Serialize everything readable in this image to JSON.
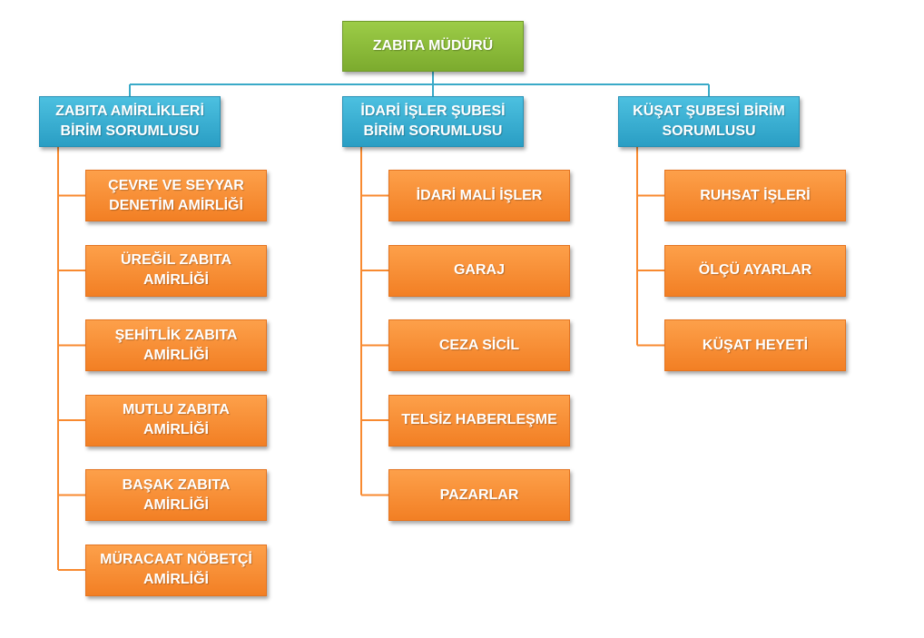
{
  "root": {
    "label": "ZABITA MÜDÜRÜ"
  },
  "colors": {
    "root": "#8cbd3c",
    "head": "#35acd2",
    "item": "#f88a30",
    "connector_top": "#3aaac8",
    "connector_child": "#f88a30"
  },
  "departments": [
    {
      "label": "ZABITA AMİRLİKLERİ\nBİRİM SORUMLUSU",
      "children": [
        "ÇEVRE VE SEYYAR\nDENETİM AMİRLİĞİ",
        "ÜREĞİL ZABITA\nAMİRLİĞİ",
        "ŞEHİTLİK ZABITA\nAMİRLİĞİ",
        "MUTLU ZABITA\nAMİRLİĞİ",
        "BAŞAK ZABITA\nAMİRLİĞİ",
        "MÜRACAAT NÖBETÇİ\nAMİRLİĞİ"
      ]
    },
    {
      "label": "İDARİ İŞLER ŞUBESİ\nBİRİM SORUMLUSU",
      "children": [
        "İDARİ MALİ İŞLER",
        "GARAJ",
        "CEZA SİCİL",
        "TELSİZ HABERLEŞME",
        "PAZARLAR"
      ]
    },
    {
      "label": "KÜŞAT ŞUBESİ BİRİM\nSORUMLUSU",
      "children": [
        "RUHSAT İŞLERİ",
        "ÖLÇÜ AYARLAR",
        "KÜŞAT HEYETİ"
      ]
    }
  ]
}
